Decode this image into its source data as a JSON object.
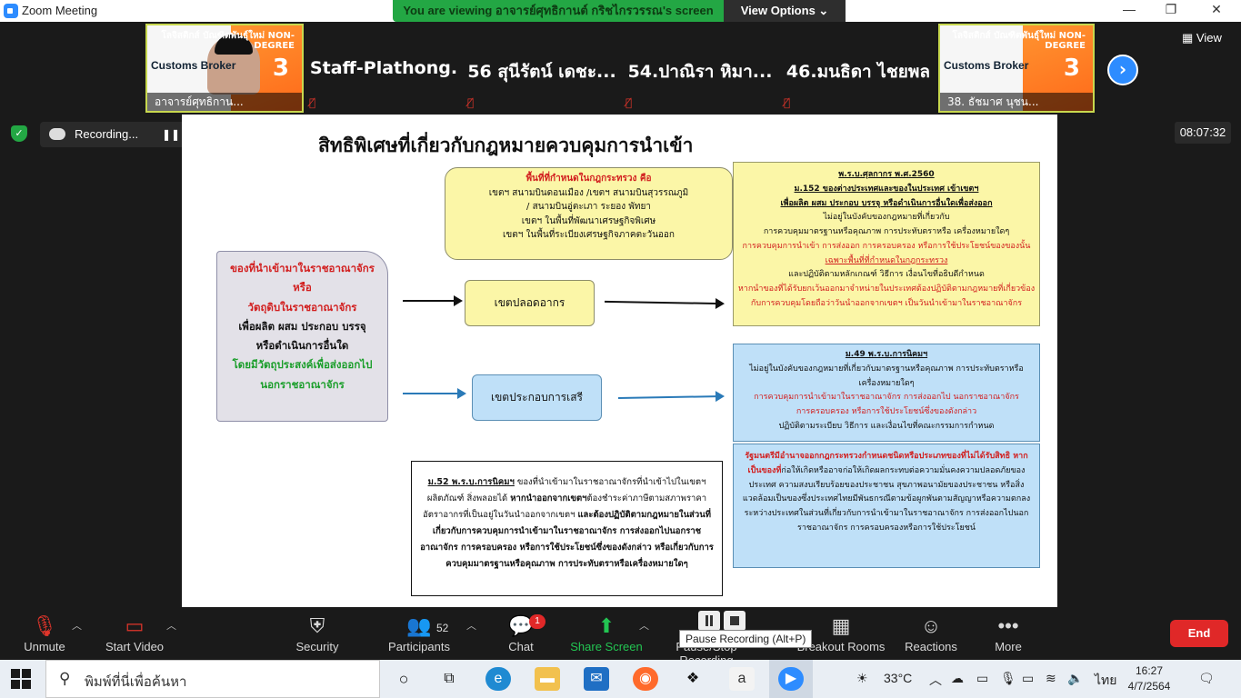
{
  "window": {
    "title": "Zoom Meeting",
    "minimize": "—",
    "restore": "❐",
    "close": "✕"
  },
  "banner": {
    "message": "You are viewing อาจารย์ศุทธิกานต์  กริชไกรวรรณ's screen",
    "options_label": "View Options ⌄"
  },
  "participants": {
    "view_label": "View",
    "tiles": [
      {
        "name": "อาจารย์ศุทธิกาน...",
        "type": "video",
        "brand": "Customs Broker",
        "ribbon": "โลจิสติกส์ บัณฑิตพันธุ์ใหม่ NON-DEGREE",
        "number": "3"
      },
      {
        "name": "Staff-Plathong.",
        "type": "name"
      },
      {
        "name": "56 สุนีรัตน์ เดชะ...",
        "type": "name"
      },
      {
        "name": "54.ปาณิรา หิมา...",
        "type": "name"
      },
      {
        "name": "46.มนธิดา ไชยพล",
        "type": "name"
      },
      {
        "name": "38. ธัชมาศ นุชน...",
        "type": "video",
        "brand": "Customs Broker",
        "ribbon": "โลจิสติกส์ บัณฑิตพันธุ์ใหม่ NON-DEGREE",
        "number": "3"
      }
    ]
  },
  "recording": {
    "label": "Recording...",
    "timer": "08:07:32"
  },
  "slide": {
    "heading": "สิทธิพิเศษที่เกี่ยวกับกฎหมายควบคุมการนำเข้า",
    "zones": {
      "title": "พื้นที่ที่กำหนดในกฎกระทรวง คือ",
      "lines": [
        "เขตฯ สนามบินดอนเมือง /เขตฯ สนามบินสุวรรณภูมิ",
        "/ สนามบินอู่ตะเภา ระยอง พัทยา",
        "เขตฯ ในพื้นที่พัฒนาเศรษฐกิจพิเศษ",
        "เขตฯ ในพื้นที่ระเบียงเศรษฐกิจภาคตะวันออก"
      ]
    },
    "goods": {
      "line1": "ของที่นำเข้ามาในราชอาณาจักร",
      "line2": "หรือ",
      "line3": "วัตถุดิบในราชอาณาจักร",
      "line4": "เพื่อผลิต ผสม ประกอบ บรรจุ",
      "line5": "หรือดำเนินการอื่นใด",
      "line6": "โดยมีวัตถุประสงค์เพื่อส่งออกไป",
      "line7": "นอกราชอาณาจักร"
    },
    "bonded": "เขตปลอดอากร",
    "freezone": "เขตประกอบการเสรี",
    "customs": {
      "title": "พ.ร.บ.ศุลกากร พ.ศ.2560",
      "sub1": "ม.152 ของต่างประเทศและของในประเทศ เข้าเขตฯ",
      "sub2": "เพื่อผลิต ผสม ประกอบ บรรจุ หรือดำเนินการอื่นใดเพื่อส่งออก",
      "l1": "ไม่อยู่ในบังคับของกฎหมายที่เกี่ยวกับ",
      "l2": "การควบคุมมาตรฐานหรือคุณภาพ การประทับตราหรือ   เครื่องหมายใดๆ",
      "l3": "การควบคุมการนำเข้า การส่งออก การครอบครอง หรือการใช้ประโยชน์ของของนั้น",
      "l4": "เฉพาะพื้นที่ที่กำหนดในกฎกระทรวง",
      "l5": "และปฏิบัติตามหลักเกณฑ์ วิธีการ เงื่อนไขที่อธิบดีกำหนด",
      "l6": "หากนำของที่ได้รับยกเว้นออกมาจำหน่ายในประเทศต้องปฏิบัติตามกฎหมายที่เกี่ยวข้อง",
      "l7": "กับการควบคุมโดยถือว่าวันนำออกจากเขตฯ  เป็นวันนำเข้ามาในราชอาณาจักร"
    },
    "ieat": {
      "title": "ม.49 พ.ร.บ.การนิคมฯ",
      "l1": "ไม่อยู่ในบังคับของกฎหมายที่เกี่ยวกับมาตรฐานหรือคุณภาพ       การประทับตราหรือ",
      "l2": "เครื่องหมายใดๆ",
      "l3": "การควบคุมการนำเข้ามาในราชอาณาจักร การส่งออกไป            นอกราชอาณาจักร",
      "l4": "การครอบครอง หรือการใช้ประโยชน์ซึ่งของดังกล่าว",
      "l5": "ปฏิบัติตามระเบียบ วิธีการ และเงื่อนไขที่คณะกรรมการกำหนด"
    },
    "minister": {
      "lead": "รัฐมนตรีมีอำนาจออกกฎกระทรวงกำหนดชนิดหรือประเภทของที่ไม่ได้รับสิทธิ หาก",
      "lead2": "เป็นของที่",
      "body": "ก่อให้เกิดหรืออาจก่อให้เกิดผลกระทบต่อความมั่นคงความปลอดภัยของประเทศ ความสงบเรียบร้อยของประชาชน สุขภาพอนามัยของประชาชน หรือสิ่งแวดล้อมเป็นของซึ่งประเทศไทยมีพันธกรณีตามข้อผูกพันตามสัญญาหรือความตกลงระหว่างประเทศในส่วนที่เกี่ยวกับการนำเข้ามาในราชอาณาจักร การส่งออกไปนอกราชอาณาจักร การครอบครองหรือการใช้ประโยชน์"
    },
    "sec52": {
      "title": "ม.52 พ.ร.บ.การนิคมฯ",
      "p1": " ของที่นำเข้ามาในราชอาณาจักรที่นำเข้าไปในเขตฯ ผลิตภัณฑ์ สิ่งพลอยได้ ",
      "p2": "หากนำออกจากเขตฯ",
      "p3": "ต้องชำระค่าภาษีตามสภาพราคาอัตราอากรที่เป็นอยู่ในวันนำออกจากเขตฯ ",
      "p4": "และต้องปฏิบัติตามกฎหมายในส่วนที่เกี่ยวกับการควบคุมการนำเข้ามาในราชอาณาจักร การส่งออกไปนอกราชอาณาจักร การครอบครอง หรือการใช้ประโยชน์ซึ่งของดังกล่าว หรือเกี่ยวกับการควบคุมมาตรฐานหรือคุณภาพ การประทับตราหรือเครื่องหมายใดๆ"
    }
  },
  "controls": {
    "unmute": "Unmute",
    "start_video": "Start Video",
    "security": "Security",
    "participants": "Participants",
    "participants_count": "52",
    "chat": "Chat",
    "chat_badge": "1",
    "share_screen": "Share Screen",
    "pause_stop": "Pause/Stop Recording",
    "tooltip": "Pause Recording (Alt+P)",
    "breakout": "Breakout Rooms",
    "reactions": "Reactions",
    "more": "More",
    "end": "End"
  },
  "taskbar": {
    "search_placeholder": "พิมพ์ที่นี่เพื่อค้นหา",
    "temperature": "33°C",
    "lang": "ไทย",
    "time": "16:27",
    "date": "4/7/2564"
  }
}
